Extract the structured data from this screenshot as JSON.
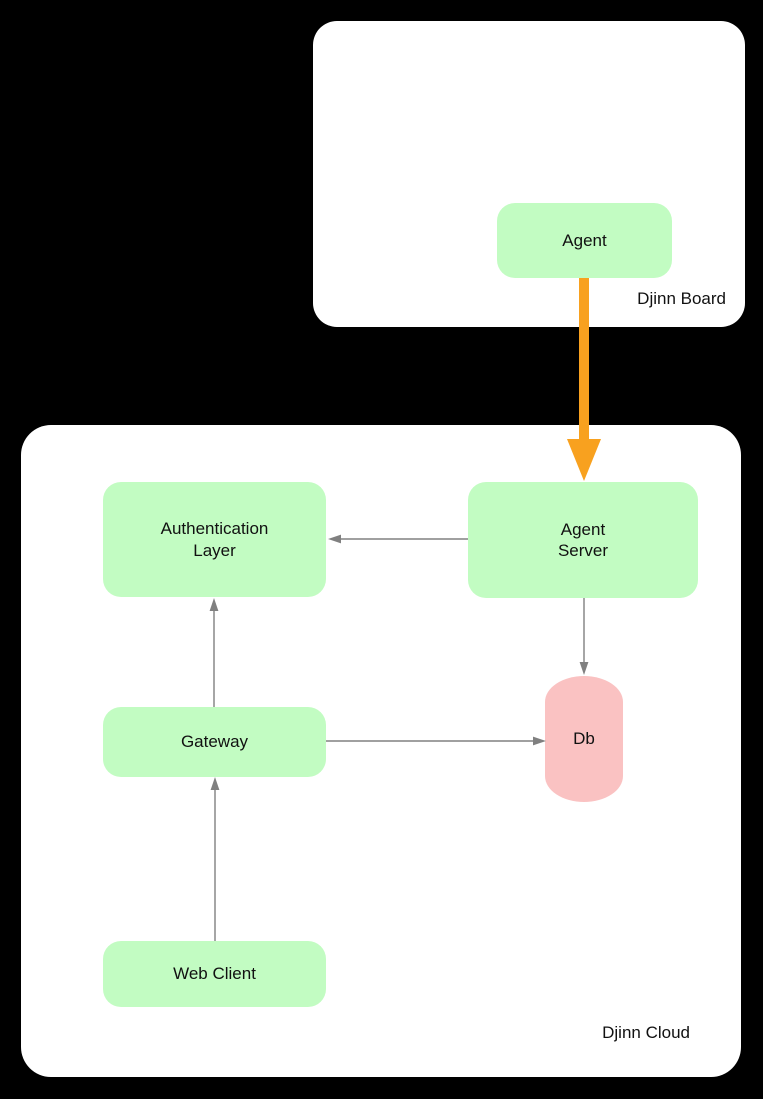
{
  "diagram": {
    "containers": {
      "board": {
        "label": "Djinn Board"
      },
      "cloud": {
        "label": "Djinn Cloud"
      }
    },
    "nodes": {
      "agent": {
        "label": "Agent",
        "container": "board",
        "shape": "rounded-rect"
      },
      "auth_layer": {
        "label": "Authentication\nLayer",
        "container": "cloud",
        "shape": "rounded-rect"
      },
      "agent_server": {
        "label": "Agent\nServer",
        "container": "cloud",
        "shape": "rounded-rect"
      },
      "gateway": {
        "label": "Gateway",
        "container": "cloud",
        "shape": "rounded-rect"
      },
      "web_client": {
        "label": "Web Client",
        "container": "cloud",
        "shape": "rounded-rect"
      },
      "db": {
        "label": "Db",
        "container": "cloud",
        "shape": "cylinder"
      }
    },
    "edges": [
      {
        "from": "agent",
        "to": "agent_server",
        "style": "thick-orange-arrow"
      },
      {
        "from": "agent_server",
        "to": "auth_layer",
        "style": "thin-gray-arrow"
      },
      {
        "from": "agent_server",
        "to": "db",
        "style": "thin-gray-arrow"
      },
      {
        "from": "gateway",
        "to": "auth_layer",
        "style": "thin-gray-arrow"
      },
      {
        "from": "gateway",
        "to": "db",
        "style": "thin-gray-arrow"
      },
      {
        "from": "web_client",
        "to": "gateway",
        "style": "thin-gray-arrow"
      }
    ],
    "colors": {
      "background": "#000000",
      "container_fill": "#ffffff",
      "node_green": "#c2fcc2",
      "db_pink": "#fac2c2",
      "edge_gray": "#808080",
      "highlight_orange": "#f8a11f",
      "text": "#111111"
    }
  }
}
